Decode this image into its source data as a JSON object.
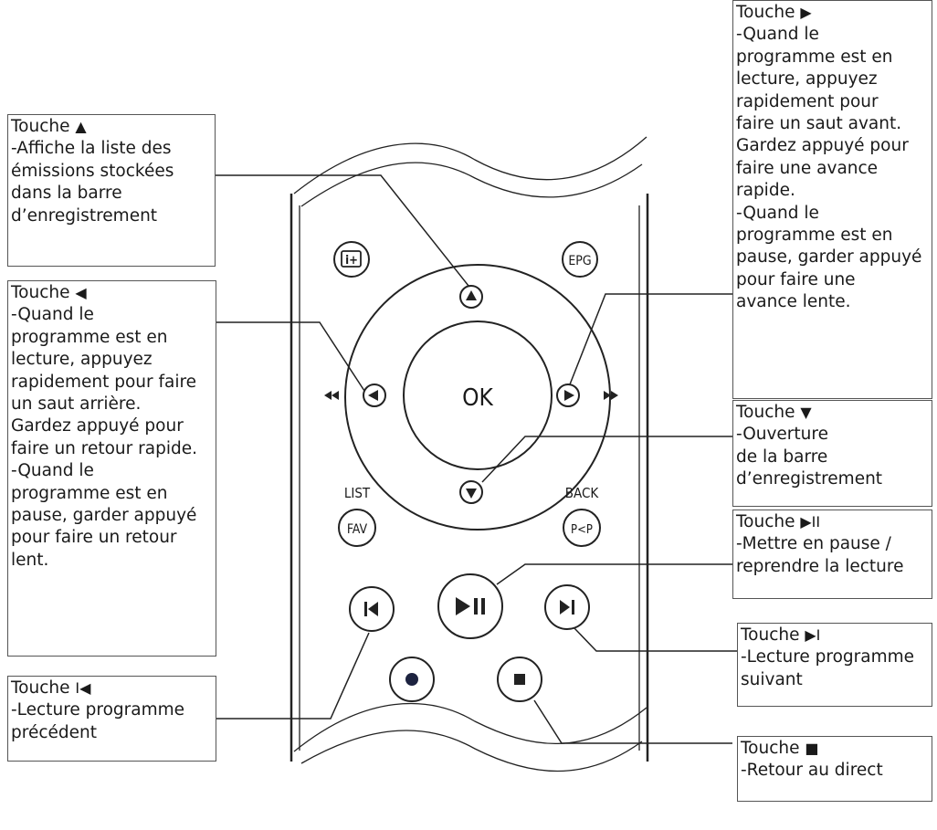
{
  "remote": {
    "buttons": {
      "info": "i+",
      "epg": "EPG",
      "ok": "OK",
      "list_label": "LIST",
      "fav": "FAV",
      "back_label": "BACK",
      "pp": "P<P"
    }
  },
  "callouts": {
    "up": {
      "title": "Touche",
      "symbol": "▲",
      "lines": [
        "-Affiche la liste des",
        "émissions stockées",
        "dans la barre",
        "d’enregistrement"
      ]
    },
    "left": {
      "title": "Touche",
      "symbol": "◀",
      "lines": [
        "-Quand le",
        "programme est en",
        "lecture, appuyez",
        "rapidement pour faire",
        "un saut arrière.",
        "Gardez appuyé pour",
        "faire un retour rapide.",
        "-Quand le",
        "programme est en",
        "pause, garder appuyé",
        "pour faire un retour",
        "lent."
      ]
    },
    "prev": {
      "title": "Touche",
      "symbol": "I◀",
      "lines": [
        "-Lecture programme",
        "précédent"
      ]
    },
    "right": {
      "title": "Touche",
      "symbol": "▶",
      "lines": [
        "-Quand le",
        "programme est en",
        "lecture, appuyez",
        "rapidement pour",
        "faire un saut avant.",
        "Gardez appuyé pour",
        "faire une avance",
        "rapide.",
        "-Quand le",
        "programme est en",
        "pause, garder appuyé",
        "pour faire une",
        "avance lente."
      ]
    },
    "down": {
      "title": "Touche",
      "symbol": "▼",
      "lines": [
        "-Ouverture",
        "de la barre",
        "d’enregistrement"
      ]
    },
    "playpause": {
      "title": "Touche",
      "symbol": "▶II",
      "lines": [
        "-Mettre en pause /",
        "reprendre la lecture"
      ]
    },
    "next": {
      "title": "Touche",
      "symbol": "▶I",
      "lines": [
        "-Lecture programme",
        "suivant"
      ]
    },
    "stop": {
      "title": "Touche",
      "symbol": "■",
      "lines": [
        "-Retour au direct"
      ]
    }
  }
}
